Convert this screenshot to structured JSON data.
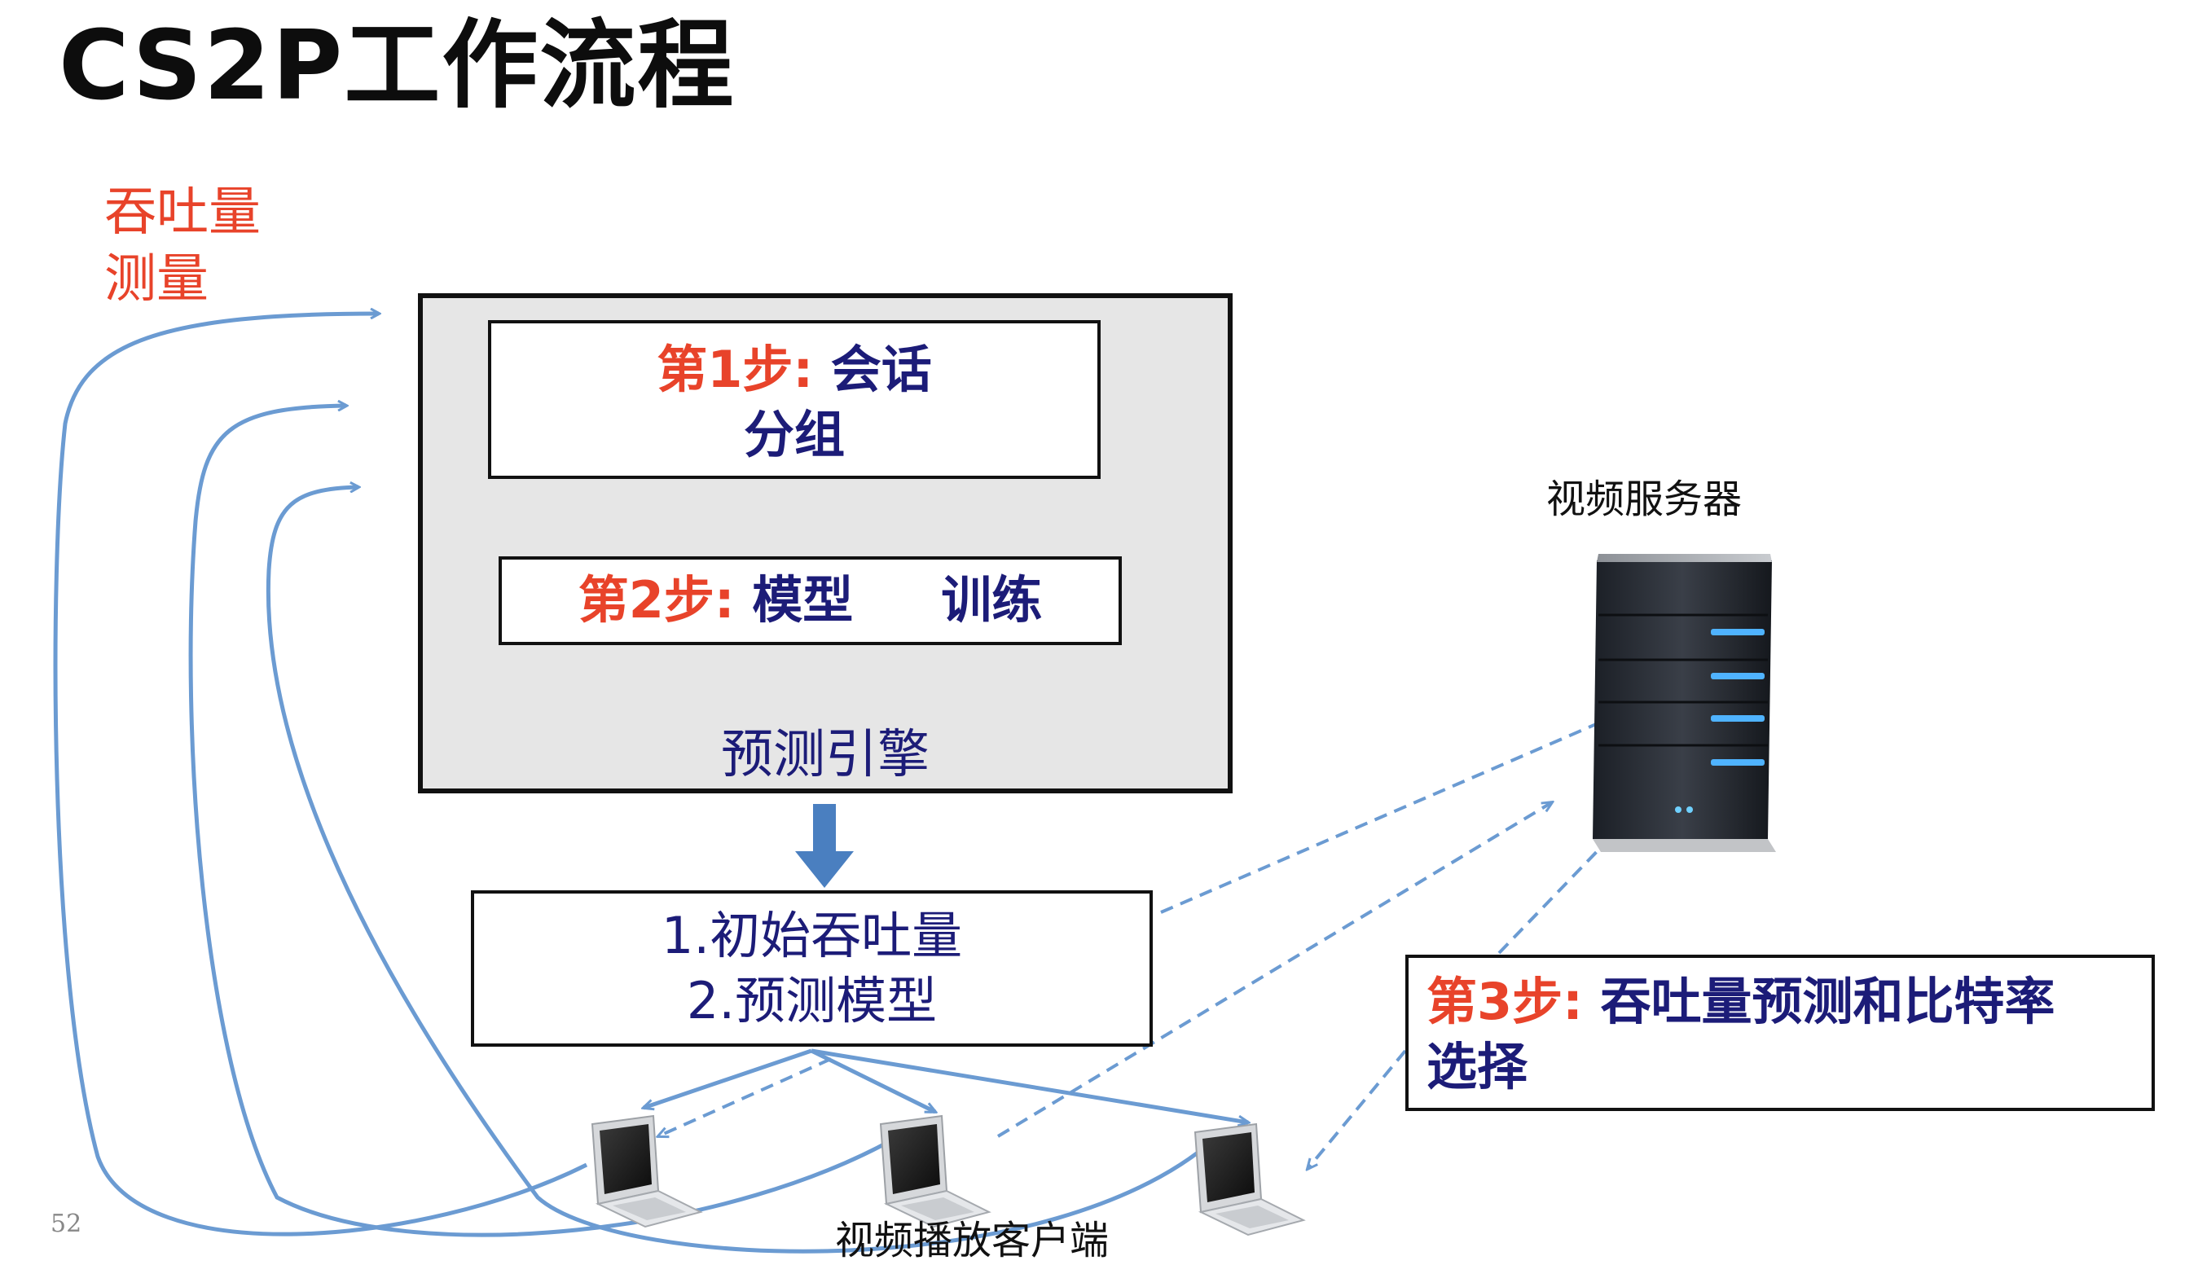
{
  "title": "CS2P工作流程",
  "throughput_label": {
    "line1": "吞吐量",
    "line2": "测量"
  },
  "step1": {
    "prefix": "第1步:",
    "text_line1": " 会话",
    "text_line2": "分组"
  },
  "step2": {
    "prefix": "第2步:",
    "text": " 模型     训练"
  },
  "engine_label": "预测引擎",
  "output": {
    "line1": "1.初始吞吐量",
    "line2": "2.预测模型"
  },
  "step3": {
    "prefix": "第3步:",
    "text_line1": " 吞吐量预测和比特率",
    "text_line2": "选择"
  },
  "server_label": "视频服务器",
  "client_label": "视频播放客户端",
  "page_number": "52",
  "colors": {
    "step_red": "#e8432a",
    "text_navy": "#1c1c78",
    "flow_blue": "#6b9bd2",
    "arrow_blue": "#4a7fc0"
  }
}
